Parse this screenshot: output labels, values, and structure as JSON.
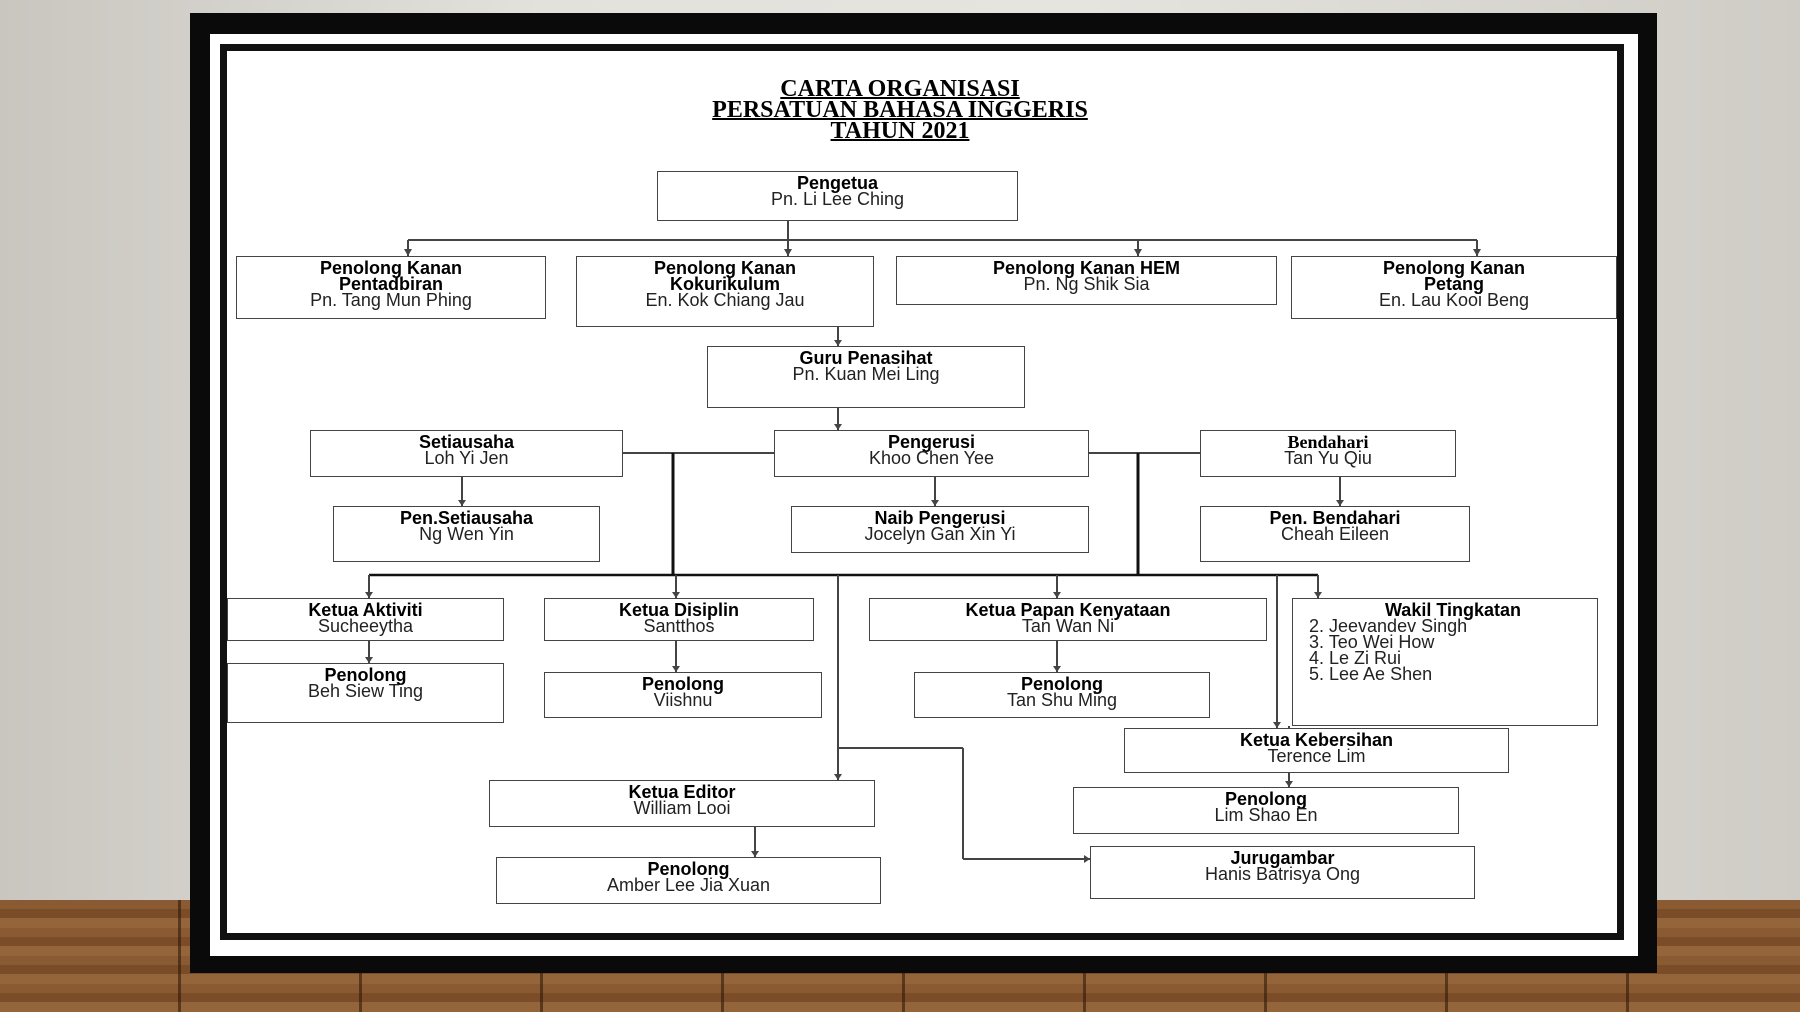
{
  "chart": {
    "title_lines": [
      "CARTA ORGANISASI",
      "PERSATUAN BAHASA INGGERIS",
      "TAHUN 2021"
    ],
    "nodes": {
      "pengetua": {
        "role": "Pengetua",
        "name": "Pn. Li Lee Ching"
      },
      "pk_pentadbiran": {
        "role_lines": [
          "Penolong Kanan",
          "Pentadbiran"
        ],
        "name": "Pn. Tang Mun Phing"
      },
      "pk_kokurikulum": {
        "role_lines": [
          "Penolong Kanan",
          "Kokurikulum"
        ],
        "name": "En. Kok Chiang Jau"
      },
      "pk_hem": {
        "role": "Penolong Kanan HEM",
        "name": "Pn. Ng Shik Sia"
      },
      "pk_petang": {
        "role_lines": [
          "Penolong Kanan",
          "Petang"
        ],
        "name": "En. Lau Kooi Beng"
      },
      "guru_penasihat": {
        "role": "Guru Penasihat",
        "name": "Pn. Kuan Mei Ling"
      },
      "setiausaha": {
        "role": "Setiausaha",
        "name": "Loh Yi Jen"
      },
      "pengerusi": {
        "role": "Pengerusi",
        "name": "Khoo Chen Yee"
      },
      "bendahari": {
        "role": "Bendahari",
        "name": "Tan Yu Qiu"
      },
      "pen_setiausaha": {
        "role": "Pen.Setiausaha",
        "name": "Ng Wen Yin"
      },
      "naib_pengerusi": {
        "role": "Naib Pengerusi",
        "name": "Jocelyn Gan Xin Yi"
      },
      "pen_bendahari": {
        "role": "Pen. Bendahari",
        "name": "Cheah Eileen"
      },
      "ketua_aktiviti": {
        "role": "Ketua Aktiviti",
        "name": "Sucheeytha"
      },
      "penolong_aktiviti": {
        "role": "Penolong",
        "name": "Beh Siew Ting"
      },
      "ketua_disiplin": {
        "role": "Ketua Disiplin",
        "name": "Santthos"
      },
      "penolong_disiplin": {
        "role": "Penolong",
        "name": "Viishnu"
      },
      "ketua_papan": {
        "role": "Ketua Papan Kenyataan",
        "name": "Tan Wan Ni"
      },
      "penolong_papan": {
        "role": "Penolong",
        "name": "Tan Shu Ming"
      },
      "wakil_tingkatan": {
        "role": "Wakil Tingkatan",
        "members": [
          "2. Jeevandev Singh",
          "3. Teo Wei How",
          "4. Le Zi Rui",
          "5. Lee Ae Shen"
        ]
      },
      "ketua_kebersihan": {
        "role": "Ketua Kebersihan",
        "name": "Terence Lim"
      },
      "penolong_kebersihan": {
        "role": "Penolong",
        "name": "Lim Shao En"
      },
      "ketua_editor": {
        "role": "Ketua Editor",
        "name": "William Looi"
      },
      "penolong_editor": {
        "role": "Penolong",
        "name": "Amber Lee Jia Xuan"
      },
      "jurugambar": {
        "role": "Jurugambar",
        "name": "Hanis Batrisya Ong"
      }
    }
  },
  "colors": {
    "line": "#444444",
    "frame": "#0a0a0a",
    "paper": "#ffffff"
  }
}
